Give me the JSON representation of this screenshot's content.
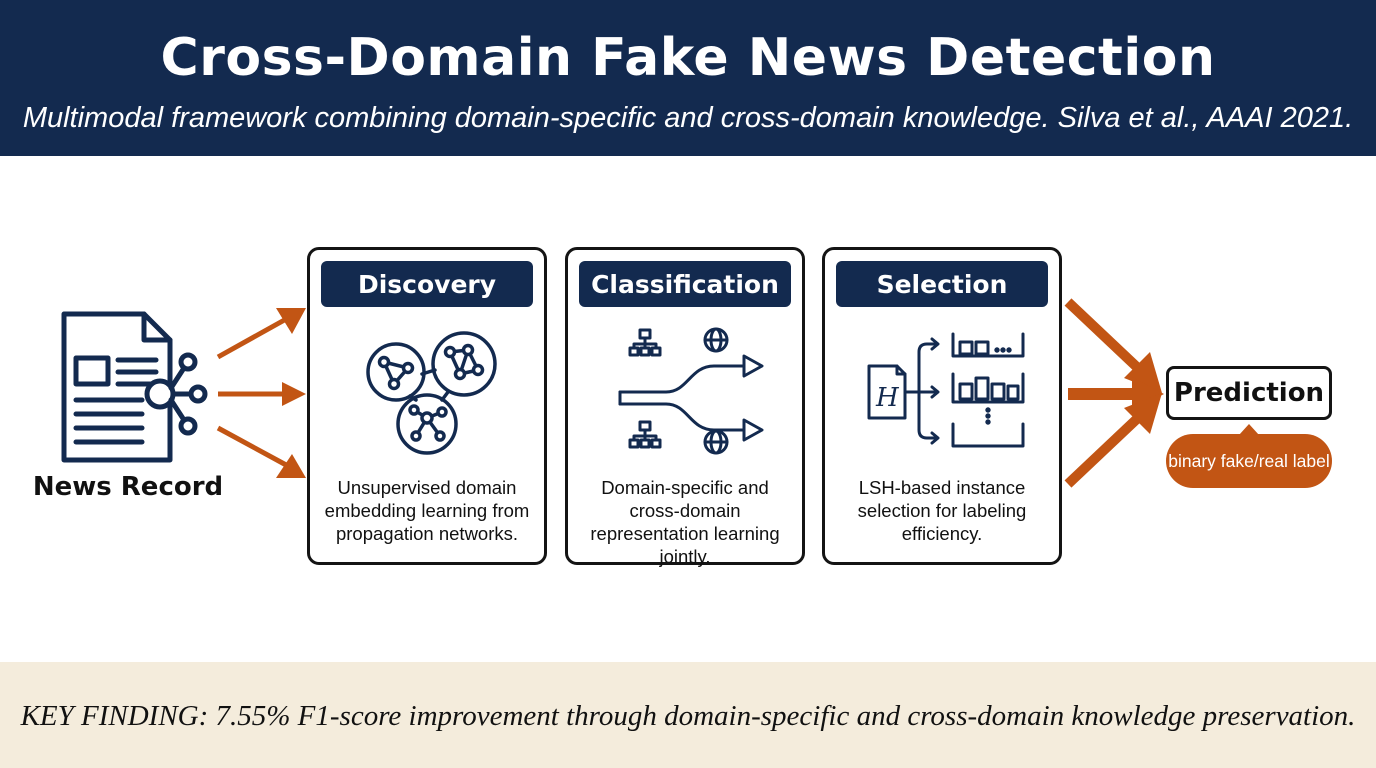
{
  "header": {
    "title": "Cross-Domain Fake News Detection",
    "subtitle": "Multimodal framework combining domain-specific and cross-domain knowledge. Silva et al., AAAI 2021."
  },
  "input": {
    "label": "News Record",
    "icon": "news-document-icon"
  },
  "stages": [
    {
      "title": "Discovery",
      "description": "Unsupervised domain embedding learning from propagation networks.",
      "icon": "network-clusters-icon"
    },
    {
      "title": "Classification",
      "description": "Domain-specific and cross-domain representation learning jointly.",
      "icon": "branching-arrows-icon"
    },
    {
      "title": "Selection",
      "description": "LSH-based instance selection for labeling efficiency.",
      "icon": "hash-buckets-icon"
    }
  ],
  "output": {
    "label": "Prediction",
    "badge": "binary fake/real label"
  },
  "footer": {
    "finding": "KEY FINDING: 7.55% F1-score improvement through domain-specific and cross-domain knowledge preservation."
  },
  "colors": {
    "navy": "#132a4f",
    "accent": "#c25514",
    "footer_bg": "#f4ecdc"
  }
}
